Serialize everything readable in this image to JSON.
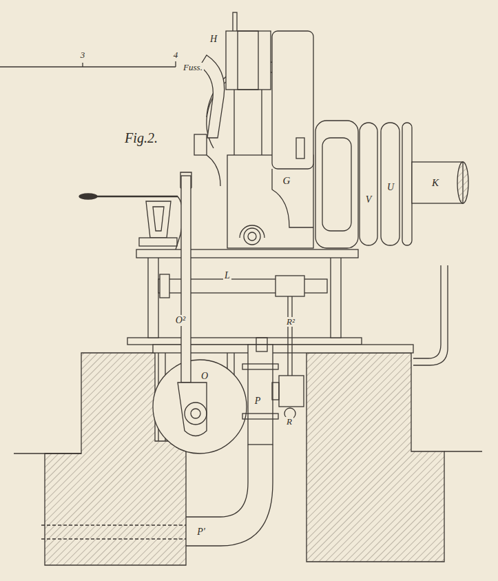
{
  "diagram": {
    "labels": [
      "3",
      "4",
      "Fuss.",
      "H",
      "Fig.2.",
      "G",
      "V",
      "U",
      "K",
      "L",
      "O²",
      "R²",
      "O",
      "P",
      "R",
      "P'"
    ]
  }
}
